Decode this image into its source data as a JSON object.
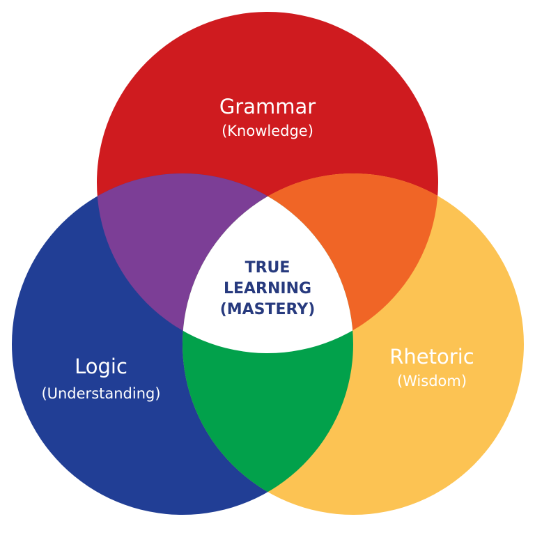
{
  "circles": {
    "grammar": {
      "title": "Grammar",
      "subtitle": "(Knowledge)",
      "color": "#cf1b1f"
    },
    "logic": {
      "title": "Logic",
      "subtitle": "(Understanding)",
      "color": "#213e95"
    },
    "rhetoric": {
      "title": "Rhetoric",
      "subtitle": "(Wisdom)",
      "color": "#fcc353"
    }
  },
  "overlaps": {
    "grammar_logic": {
      "color": "#7c3e96"
    },
    "grammar_rhetoric": {
      "color": "#f06526"
    },
    "logic_rhetoric": {
      "color": "#02a14b"
    }
  },
  "center": {
    "lines": [
      "TRUE",
      "LEARNING",
      "(MASTERY)"
    ],
    "color": "#ffffff",
    "text_color": "#273a7e"
  }
}
